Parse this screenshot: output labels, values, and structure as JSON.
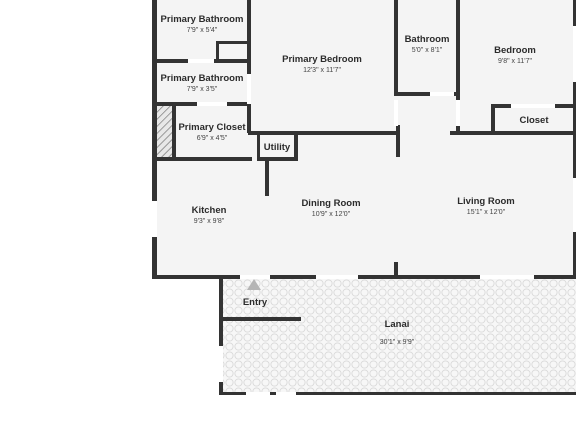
{
  "floorplan": {
    "colors": {
      "wall": "#333333",
      "floor": "#f4f4f4",
      "lanai_pattern": "#dddddd",
      "window": "#ffffff"
    },
    "rooms": {
      "primary_bathroom_1": {
        "name": "Primary Bathroom",
        "dims": "7'9\" x 5'4\""
      },
      "primary_bathroom_2": {
        "name": "Primary Bathroom",
        "dims": "7'9\" x 3'5\""
      },
      "primary_closet": {
        "name": "Primary Closet",
        "dims": "6'9\" x 4'5\""
      },
      "primary_bedroom": {
        "name": "Primary Bedroom",
        "dims": "12'3\" x 11'7\""
      },
      "bathroom": {
        "name": "Bathroom",
        "dims": "5'0\" x 8'1\""
      },
      "bedroom": {
        "name": "Bedroom",
        "dims": "9'8\" x 11'7\""
      },
      "closet": {
        "name": "Closet"
      },
      "utility": {
        "name": "Utility"
      },
      "kitchen": {
        "name": "Kitchen",
        "dims": "9'3\" x 9'8\""
      },
      "dining_room": {
        "name": "Dining Room",
        "dims": "10'9\" x 12'0\""
      },
      "living_room": {
        "name": "Living Room",
        "dims": "15'1\" x 12'0\""
      },
      "entry": {
        "name": "Entry"
      },
      "lanai": {
        "name": "Lanai",
        "dims": "30'1\" x 9'9\""
      }
    }
  }
}
